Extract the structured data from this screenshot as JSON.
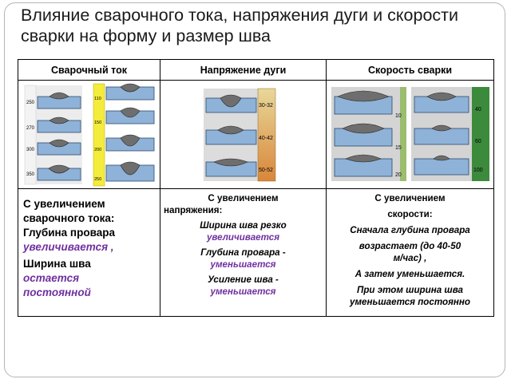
{
  "title": "Влияние сварочного тока, напряжения дуги и скорости сварки на форму и размер шва",
  "headers": [
    "Сварочный ток",
    "Напряжение дуги",
    "Скорость сварки"
  ],
  "scales": {
    "current_a": [
      "250",
      "270",
      "300",
      "350"
    ],
    "current_b": [
      "110",
      "150",
      "200",
      "250"
    ],
    "voltage": [
      "30-32",
      "40-42",
      "50-52"
    ],
    "speed_a": [
      "10",
      "15",
      "20"
    ],
    "speed_b": [
      "40",
      "60",
      "100"
    ]
  },
  "col1": {
    "l1": "С увеличением",
    "l2": "сварочного тока:",
    "l3": "Глубина провара",
    "l4": "увеличивается ,",
    "l5": "Ширина шва",
    "l6": "остается",
    "l7": "постоянной"
  },
  "col2": {
    "l1": "С увеличением",
    "l2": "напряжения:",
    "l3": "Ширина шва резко",
    "l4": "увеличивается",
    "l5": "Глубина провара -",
    "l6": "уменьшается",
    "l7": "Усиление шва -",
    "l8": "уменьшается"
  },
  "col3": {
    "l1": "С увеличением",
    "l2": "скорости:",
    "l3": "Сначала глубина провара",
    "l4": "возрастает (до 40-50",
    "l5": "м/час) ,",
    "l6": "А затем уменьшается.",
    "l7": "При этом ширина шва",
    "l8": "уменьшается постоянно"
  }
}
